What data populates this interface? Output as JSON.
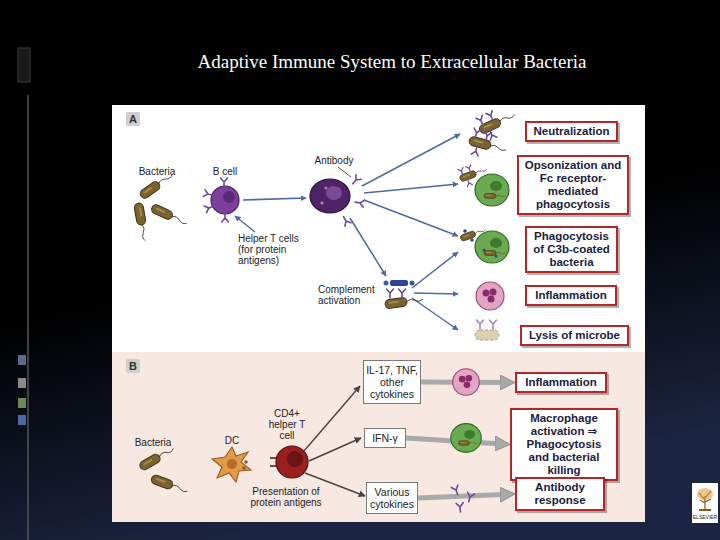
{
  "diagram": {
    "title": "Adaptive Immune System to Extracellular Bacteria",
    "nodes": [
      {
        "text": [
          "A"
        ]
      },
      {
        "text": [
          "Neutralization"
        ],
        "in": 0
      },
      {
        "text": [
          "Opsonization and Fc receptor-mediated phagocytosis"
        ],
        "in": 0
      },
      {
        "text": [
          "Phagocytosis of C3b-coated bacteria"
        ],
        "in": 0
      },
      {
        "text": [
          "Inflammation"
        ],
        "in": 0
      },
      {
        "text": [
          "Lysis of microbe"
        ],
        "in": 0
      },
      {
        "text": [
          "B"
        ]
      },
      {
        "text": [
          "IL-17, TNF, other cytokines"
        ],
        "in": 6
      },
      {
        "text": [
          "IFN-γ"
        ],
        "in": 6
      },
      {
        "text": [
          "Various cytokines"
        ],
        "in": 6
      },
      {
        "text": [
          "Inflammation"
        ],
        "in": 6
      },
      {
        "text": [
          "Macrophage activation ⇒ Phagocytosis and bacterial killing"
        ],
        "in": 6
      },
      {
        "text": [
          "Antibody response"
        ],
        "in": 6
      }
    ],
    "edges": [
      {
        "from": 7,
        "to": 10,
        "arrow": "to"
      },
      {
        "from": 8,
        "to": 11,
        "arrow": "to"
      },
      {
        "from": 9,
        "to": 12,
        "arrow": "to"
      }
    ],
    "labels": [
      "Bacteria",
      "B cell",
      "Antibody",
      "Helper T cells (for protein antigens)",
      "Complement activation",
      "Bacteria",
      "DC",
      "CD4+ helper T cell",
      "Presentation of protein antigens",
      "ELSEVIER"
    ]
  }
}
